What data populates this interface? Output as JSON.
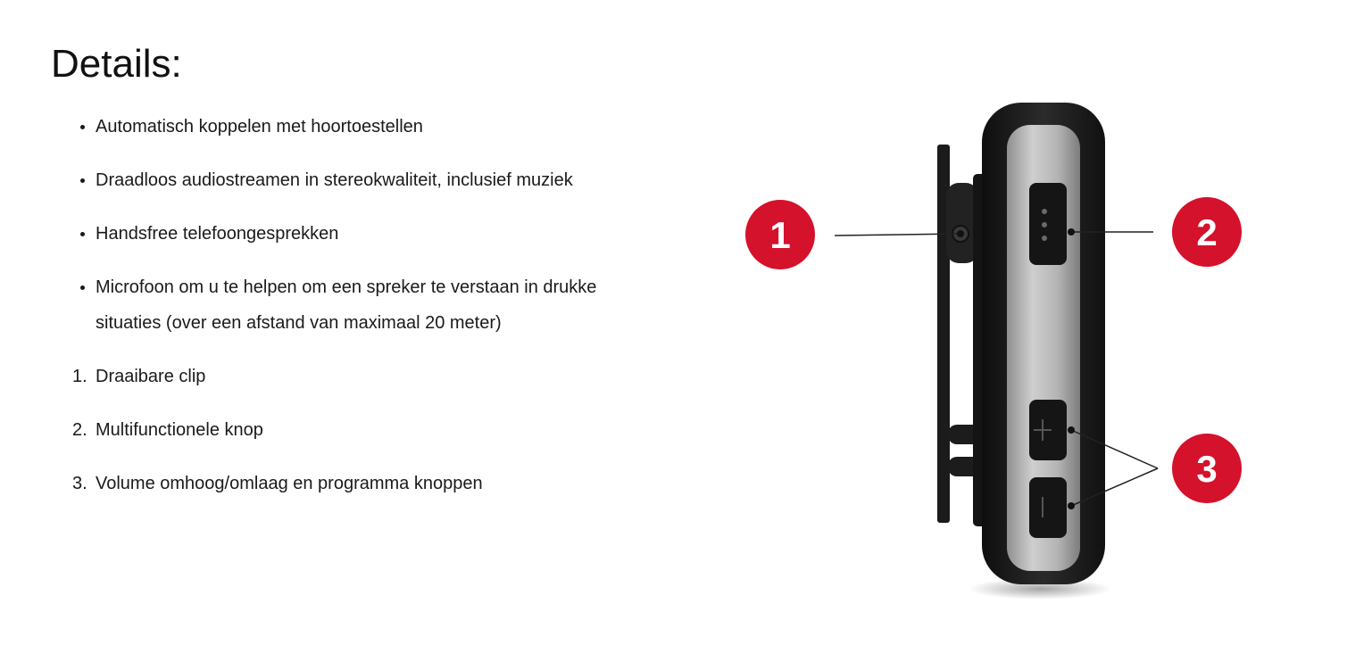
{
  "heading": "Details:",
  "features": [
    "Automatisch koppelen met hoortoestellen",
    "Draadloos audiostreamen in stereokwaliteit, inclusief muziek",
    "Handsfree telefoongesprekken",
    "Microfoon om u te helpen om een spreker te verstaan in drukke situaties (over een afstand van maximaal 20 meter)"
  ],
  "parts": [
    {
      "number": "1.",
      "label": "Draaibare clip"
    },
    {
      "number": "2.",
      "label": "Multifunctionele knop"
    },
    {
      "number": "3.",
      "label": "Volume omhoog/omlaag en programma knoppen"
    }
  ],
  "callouts": [
    "1",
    "2",
    "3"
  ],
  "colors": {
    "callout": "#d4122c",
    "text": "#1a1a1a",
    "device_body": "#1e1e1e",
    "device_panel": "#b9b9b9"
  }
}
